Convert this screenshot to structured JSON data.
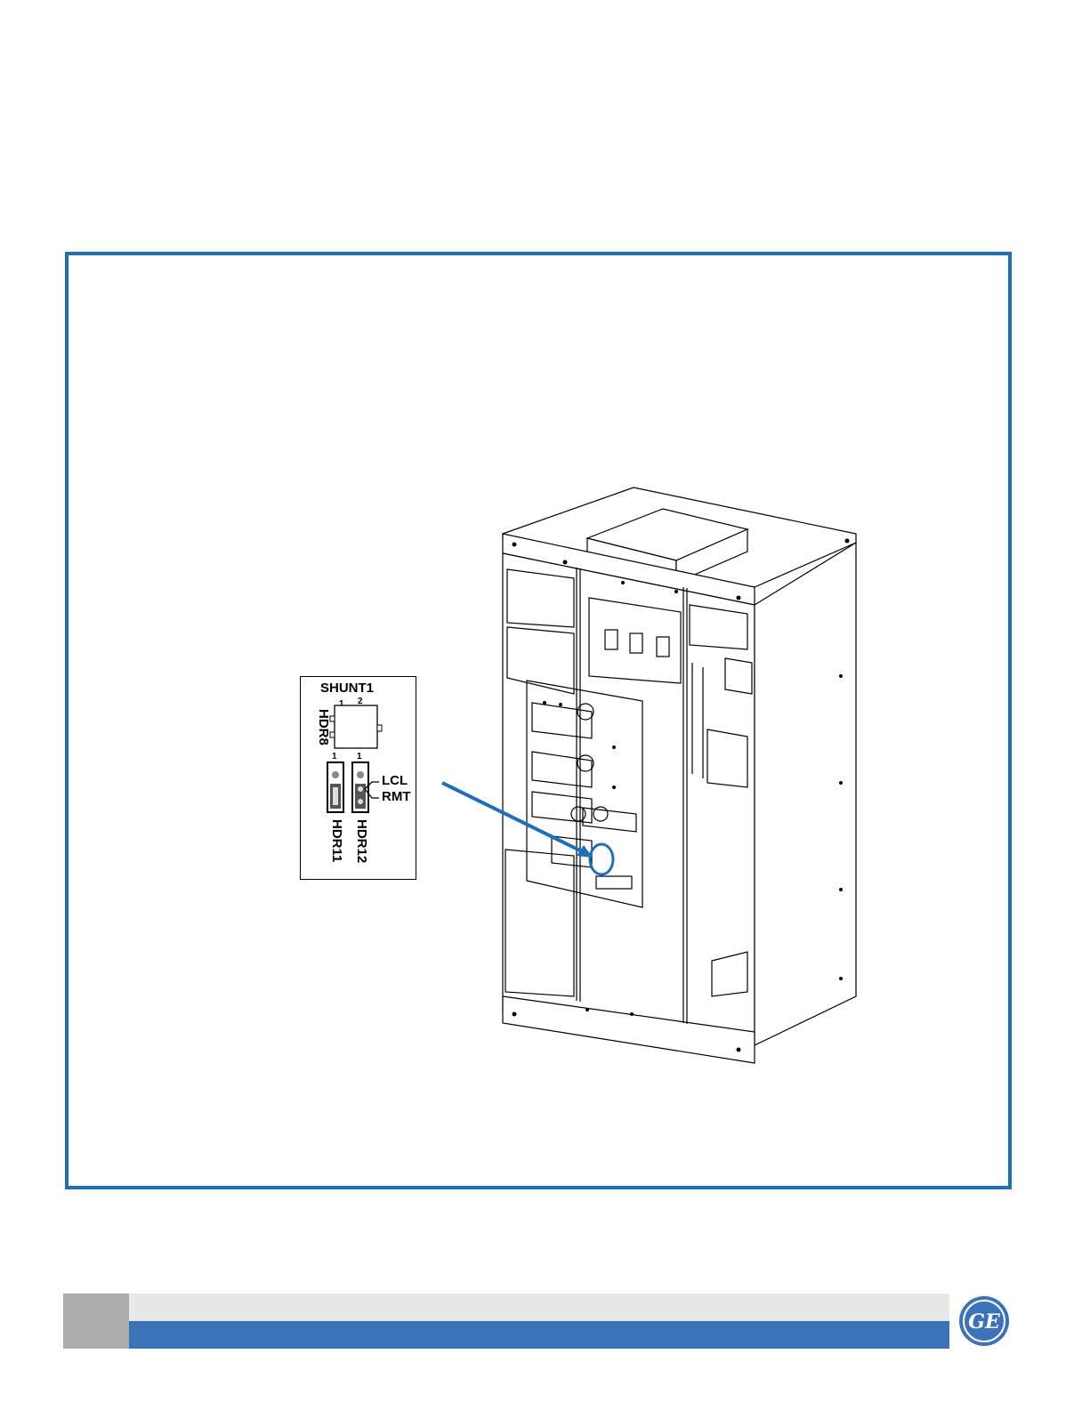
{
  "inset": {
    "title": "SHUNT1",
    "hdr8": "HDR8",
    "hdr11": "HDR11",
    "hdr12": "HDR12",
    "lcl": "LCL",
    "rmt": "RMT",
    "pin1_a": "1",
    "pin2_a": "2",
    "pin1_b": "1",
    "pin1_c": "1"
  },
  "logo": {
    "text": "GE"
  },
  "colors": {
    "frame": "#1d6fba",
    "arrow": "#1d6fba",
    "footer_blue": "#3b73b9",
    "footer_gray": "#adadad",
    "footer_light": "#e8e8e8"
  }
}
